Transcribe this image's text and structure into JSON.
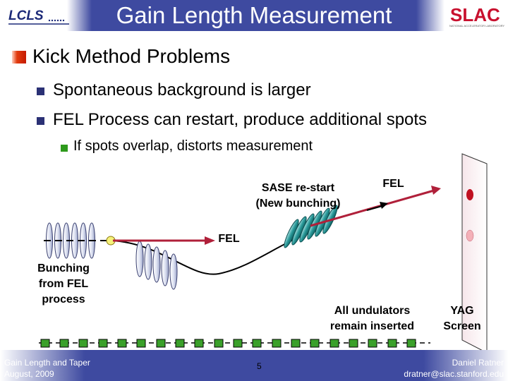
{
  "header": {
    "title": "Gain Length Measurement",
    "left_logo": "LCLS",
    "right_logo": "SLAC",
    "right_logo_sub": "NATIONAL ACCELERATOR LABORATORY"
  },
  "content": {
    "heading": "Kick Method Problems",
    "bullets": [
      "Spontaneous background is larger",
      "FEL Process can restart, produce additional spots"
    ],
    "sub_bullets": [
      "If spots overlap, distorts measurement"
    ]
  },
  "diagram": {
    "sase_label_line1": "SASE re-start",
    "sase_label_line2": "(New bunching)",
    "fel_top_label": "FEL",
    "fel_mid_label": "FEL",
    "bunching_label_line1": "Bunching",
    "bunching_label_line2": "from FEL",
    "bunching_label_line3": "process",
    "undulators_label_line1": "All undulators",
    "undulators_label_line2": "remain inserted",
    "yag_label_line1": "YAG",
    "yag_label_line2": "Screen"
  },
  "colors": {
    "header_blue": "#3e4aa0",
    "bullet_square": "#2b3175",
    "sub_bullet_square": "#2e9a1c",
    "undulator_green": "#3aa02a",
    "arrow_red": "#b0203a",
    "bunch_teal": "#1a7f80"
  },
  "footer": {
    "left_line1": "Gain Length and Taper",
    "left_line2": "August, 2009",
    "page": "5",
    "right_line1": "Daniel Ratner",
    "right_line2": "dratner@slac.stanford.edu"
  }
}
